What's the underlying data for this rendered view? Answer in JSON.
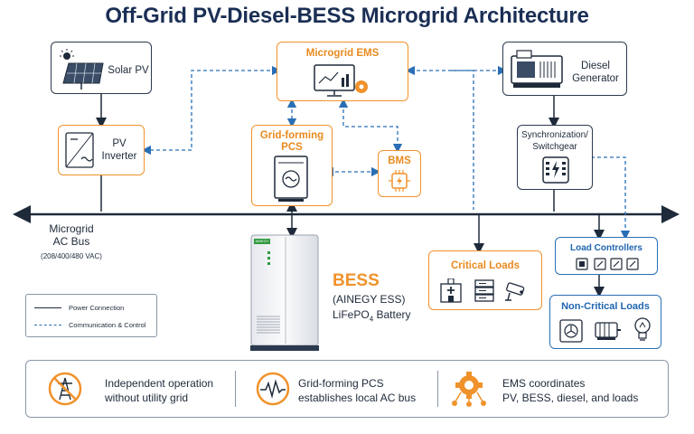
{
  "title": "Off-Grid PV-Diesel-BESS Microgrid Architecture",
  "nodes": {
    "solar_pv": "Solar PV",
    "pv_inverter_l1": "PV",
    "pv_inverter_l2": "Inverter",
    "ems": "Microgrid EMS",
    "pcs_l1": "Grid-forming",
    "pcs_l2": "PCS",
    "bms": "BMS",
    "diesel_l1": "Diesel",
    "diesel_l2": "Generator",
    "sync_l1": "Synchronization/",
    "sync_l2": "Switchgear",
    "bus_l1": "Microgrid",
    "bus_l2": "AC Bus",
    "bus_l3": "(208/400/480 VAC)",
    "bess_title": "BESS",
    "bess_l1": "(AINEGY ESS)",
    "bess_l2_prefix": "LiFePO",
    "bess_l2_sub": "4",
    "bess_l2_suffix": " Battery",
    "critical_loads": "Critical Loads",
    "load_controllers": "Load Controllers",
    "noncritical_loads": "Non-Critical Loads",
    "cabinet_badge": "AINEGY"
  },
  "legend": {
    "power": "Power Connection",
    "comm": "Communication & Control"
  },
  "features": [
    {
      "l1": "Independent operation",
      "l2": "without utility grid"
    },
    {
      "l1": "Grid-forming PCS",
      "l2": "establishes local AC bus"
    },
    {
      "l1": "EMS coordinates",
      "l2": "PV, BESS, diesel, and loads"
    }
  ],
  "colors": {
    "accent": "#f0922b",
    "navy": "#1b2f55",
    "comm_blue": "#2a6fb5",
    "power_line": "#1e2a3a"
  }
}
